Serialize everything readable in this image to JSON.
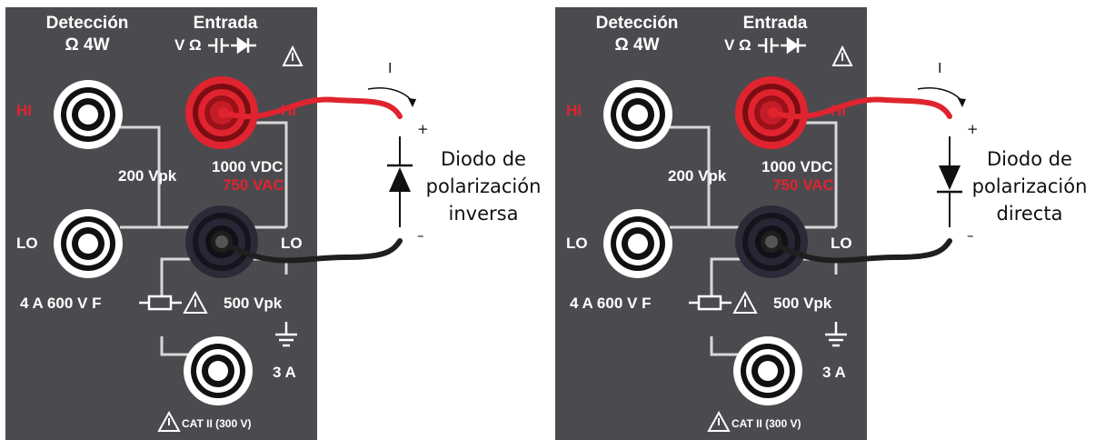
{
  "panels": [
    {
      "sense_title": "Detección",
      "sense_sub": "Ω 4W",
      "input_title": "Entrada",
      "input_sub": "V Ω",
      "hi_left": "HI",
      "hi_right": "HI",
      "lo_left": "LO",
      "lo_right": "LO",
      "limit_200": "200 Vpk",
      "limit_1000": "1000 VDC",
      "limit_750": "750 VAC",
      "fuse": "4 A 600 V F",
      "limit_500": "500 Vpk",
      "amps": "3 A",
      "cat": "CAT II (300 V)",
      "current": "I",
      "plus": "+",
      "minus": "–",
      "diode_line1": "Diodo de",
      "diode_line2": "polarización",
      "diode_line3": "inversa"
    },
    {
      "sense_title": "Detección",
      "sense_sub": "Ω 4W",
      "input_title": "Entrada",
      "input_sub": "V Ω",
      "hi_left": "HI",
      "hi_right": "HI",
      "lo_left": "LO",
      "lo_right": "LO",
      "limit_200": "200 Vpk",
      "limit_1000": "1000 VDC",
      "limit_750": "750 VAC",
      "fuse": "4 A 600 V F",
      "limit_500": "500 Vpk",
      "amps": "3 A",
      "cat": "CAT II (300 V)",
      "current": "I",
      "plus": "+",
      "minus": "–",
      "diode_line1": "Diodo de",
      "diode_line2": "polarización",
      "diode_line3": "directa"
    }
  ],
  "colors": {
    "panel": "#4b4b4f",
    "red": "#e0242f",
    "lead_black": "#1f1f1f",
    "text": "#111111"
  },
  "icons": [
    "warning-icon",
    "capacitor-icon",
    "diode-icon",
    "fuse-icon",
    "ground-icon",
    "jack-icon",
    "diode-symbol-icon",
    "current-arrow-icon"
  ]
}
